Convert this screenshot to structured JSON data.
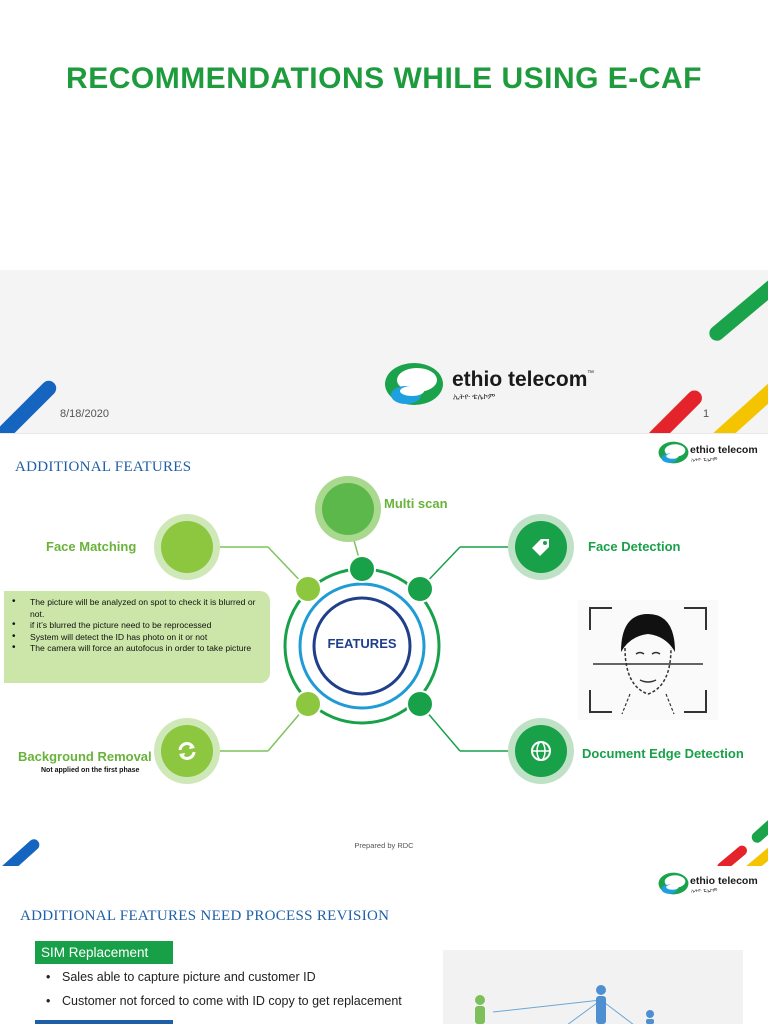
{
  "slide1": {
    "title": "RECOMMENDATIONS WHILE USING E-CAF",
    "date": "8/18/2020",
    "page_number": "1",
    "logo": {
      "name": "ethio telecom",
      "tm": "™",
      "sub": "ኢትዮ ቴሌኮም"
    },
    "colors": {
      "title": "#1e9b3c",
      "green": "#1aa34a",
      "yellow": "#f5c400",
      "red": "#e4232b",
      "blue": "#1565c0"
    }
  },
  "slide2": {
    "title": "ADDITIONAL FEATURES",
    "center_label": "FEATURES",
    "features": {
      "multi_scan": "Multi scan",
      "face_matching": "Face Matching",
      "face_detection": "Face Detection",
      "background_removal": "Background Removal",
      "background_removal_note": "Not applied on the first phase",
      "document_edge_detection": "Document Edge Detection"
    },
    "bullets": [
      "The picture will be analyzed  on spot to check  it is blurred or not.",
      " if it’s blurred the picture  need to be reprocessed",
      "System will detect the ID has photo on it or not",
      "The camera will force an autofocus in order to take picture"
    ],
    "footer": "Prepared by RDC",
    "icons": [
      "tag-icon",
      "refresh-icon",
      "globe-icon",
      "face-scan-icon"
    ],
    "logo": {
      "name": "ethio telecom",
      "sub": "ኢትዮ ቴሌኮም"
    },
    "colors": {
      "light_green": "#7cc242",
      "dark_green": "#19a14a",
      "ring_blue": "#1f72b8",
      "navy": "#1f3f8a"
    }
  },
  "slide3": {
    "title": "ADDITIONAL FEATURES NEED PROCESS  REVISION",
    "tag": "SIM Replacement",
    "bullets": [
      "Sales able to capture picture and  customer ID",
      "Customer not forced to come with ID copy to get replacement"
    ],
    "logo": {
      "name": "ethio telecom",
      "sub": "ኢትዮ ቴሌኮም"
    }
  }
}
